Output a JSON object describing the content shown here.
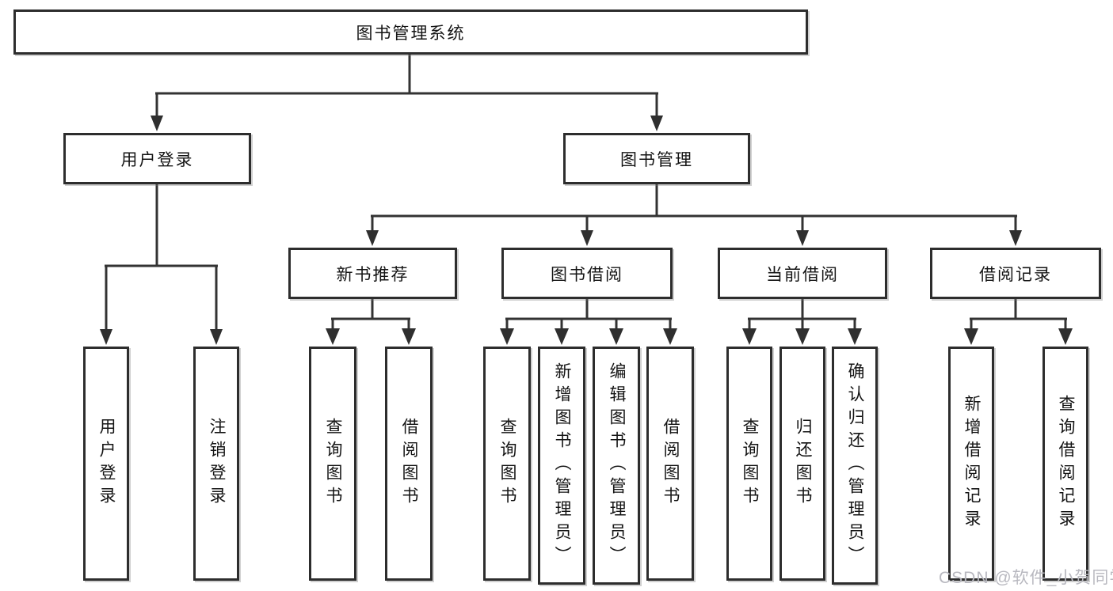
{
  "tree": {
    "root": {
      "label": "图书管理系统"
    },
    "branches": [
      {
        "label": "用户登录",
        "children": [
          {
            "label": "用户登录"
          },
          {
            "label": "注销登录"
          }
        ]
      },
      {
        "label": "图书管理",
        "children": [
          {
            "label": "新书推荐",
            "children": [
              {
                "label": "查询图书"
              },
              {
                "label": "借阅图书"
              }
            ]
          },
          {
            "label": "图书借阅",
            "children": [
              {
                "label": "查询图书"
              },
              {
                "label": "新增图书（管理员）"
              },
              {
                "label": "编辑图书（管理员）"
              },
              {
                "label": "借阅图书"
              }
            ]
          },
          {
            "label": "当前借阅",
            "children": [
              {
                "label": "查询图书"
              },
              {
                "label": "归还图书"
              },
              {
                "label": "确认归还（管理员）"
              }
            ]
          },
          {
            "label": "借阅记录",
            "children": [
              {
                "label": "新增借阅记录"
              },
              {
                "label": "查询借阅记录"
              }
            ]
          }
        ]
      }
    ]
  },
  "watermark": {
    "text": "CSDN @软件_小贺同学"
  },
  "colors": {
    "line": "#333333",
    "box_border": "#2d2d2d",
    "text": "#141414",
    "watermark": "#b9b9c0",
    "background": "#ffffff"
  }
}
